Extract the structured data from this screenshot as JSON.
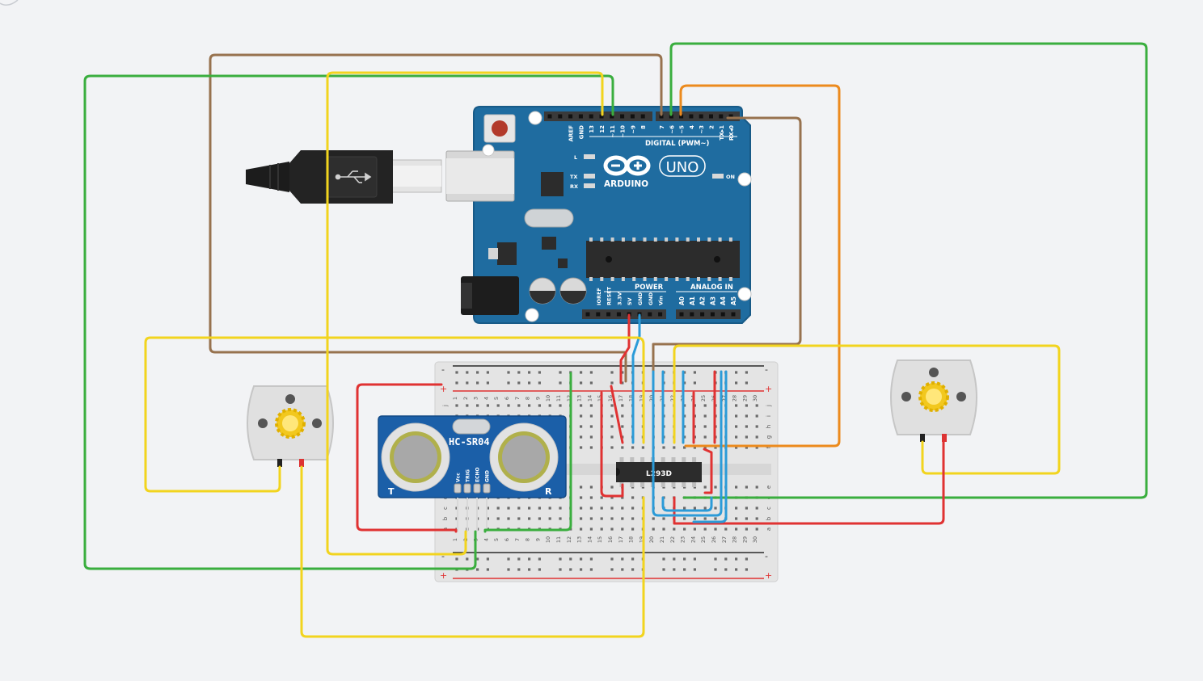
{
  "arduino": {
    "brand": "ARDUINO",
    "model": "UNO",
    "digital_label": "DIGITAL (PWM~)",
    "power_label": "POWER",
    "analog_label": "ANALOG IN",
    "on_label": "ON",
    "led_l": "L",
    "led_tx": "TX",
    "led_rx": "RX",
    "digital_pins": [
      "AREF",
      "GND",
      "13",
      "12",
      "~11",
      "~10",
      "~9",
      "8",
      "7",
      "~6",
      "~5",
      "4",
      "~3",
      "2",
      "TX▸1",
      "RX◂0"
    ],
    "power_pins": [
      "IOREF",
      "RESET",
      "3.3V",
      "5V",
      "GND",
      "GND",
      "Vin"
    ],
    "analog_pins": [
      "A0",
      "A1",
      "A2",
      "A3",
      "A4",
      "A5"
    ],
    "colors": {
      "board": "#1f6ca0",
      "edge": "#185a87",
      "header": "#3a3a3a"
    }
  },
  "usb_plug": {
    "icon": "usb-icon"
  },
  "sensor": {
    "name": "HC-SR04",
    "pins": [
      "Vcc",
      "TRIG",
      "ECHO",
      "GND"
    ],
    "left_marker": "T",
    "right_marker": "R",
    "colors": {
      "pcb": "#1b5fa8"
    }
  },
  "driver_chip": {
    "name": "L293D"
  },
  "breadboard": {
    "row_letters_top": [
      "j",
      "i",
      "h",
      "g",
      "f"
    ],
    "row_letters_bottom": [
      "e",
      "d",
      "c",
      "b",
      "a"
    ],
    "rail_minus": "-",
    "rail_plus": "+",
    "columns": [
      "1",
      "2",
      "3",
      "4",
      "5",
      "6",
      "7",
      "8",
      "9",
      "10",
      "11",
      "12",
      "13",
      "14",
      "15",
      "16",
      "17",
      "18",
      "19",
      "20",
      "21",
      "22",
      "23",
      "24",
      "25",
      "26",
      "27",
      "28",
      "29",
      "30"
    ]
  },
  "motors": [
    {
      "name": "motor-left"
    },
    {
      "name": "motor-right"
    }
  ],
  "wire_colors": {
    "red": "#e03232",
    "yellow": "#f2d41e",
    "green": "#3aae3e",
    "brown": "#97724e",
    "orange": "#ec8a1d",
    "blue": "#2b9bd8"
  }
}
